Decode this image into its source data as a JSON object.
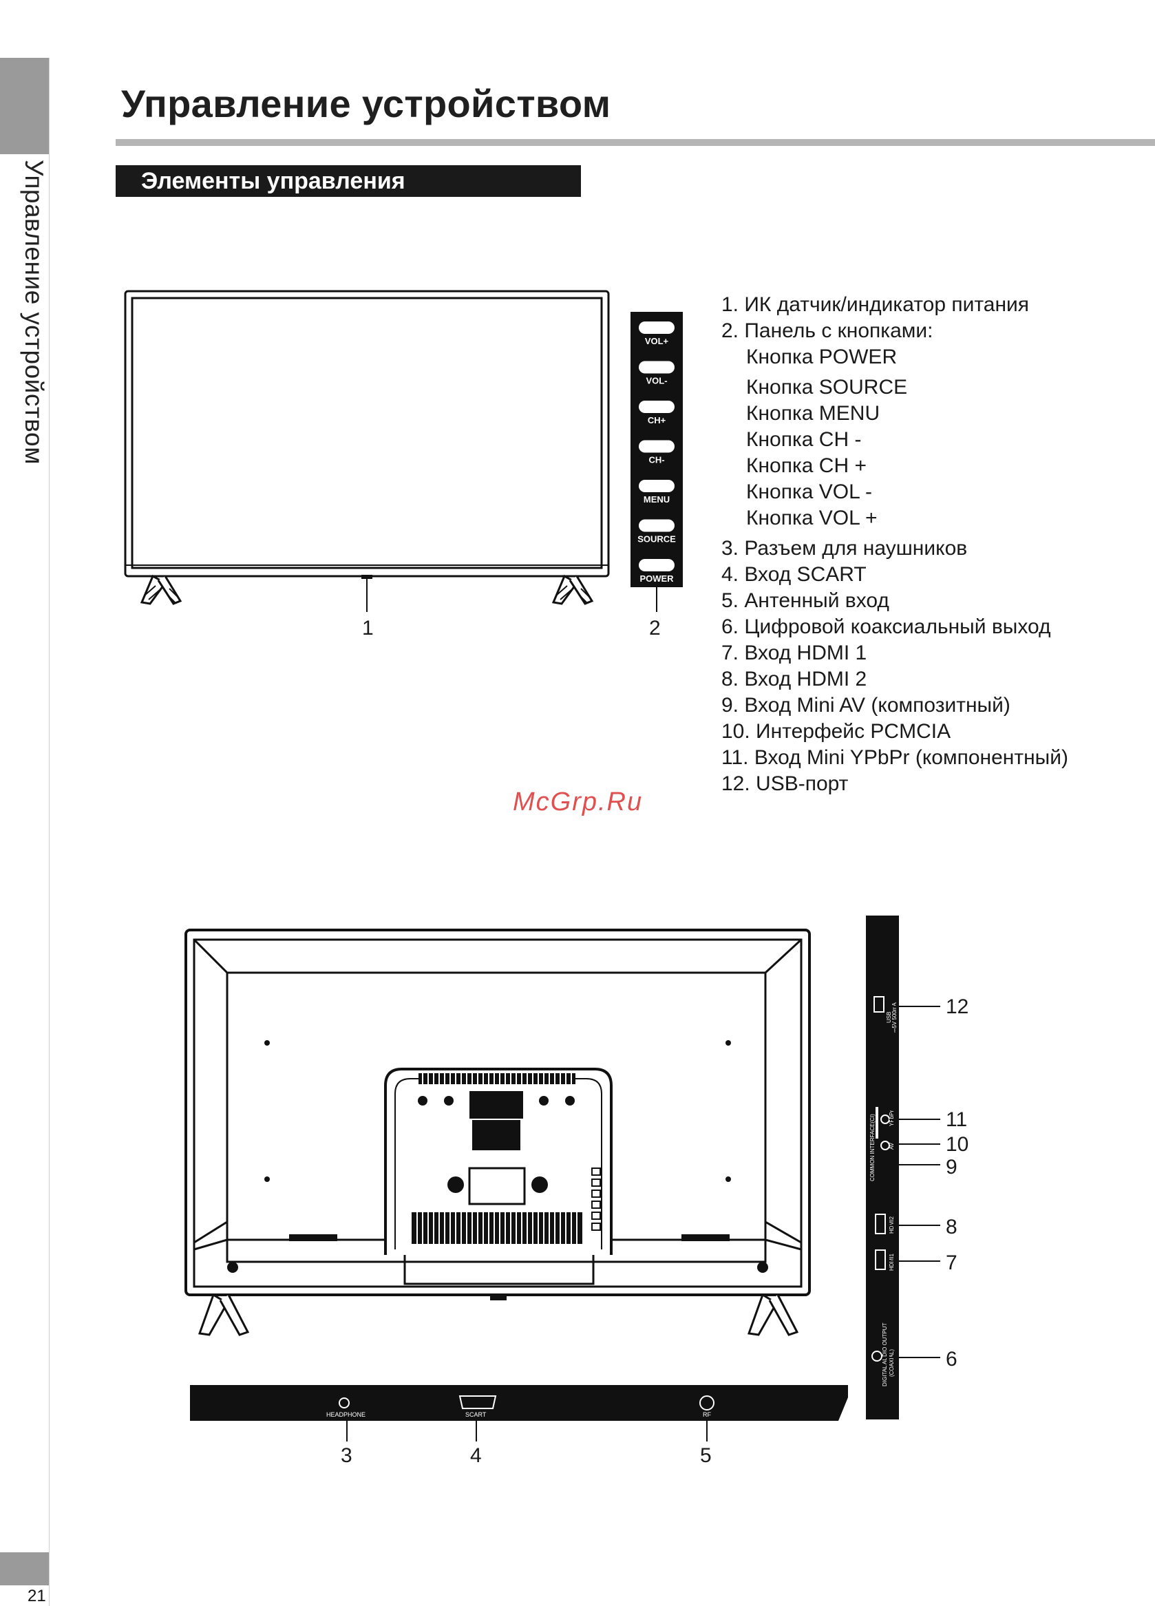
{
  "sidebar": {
    "title": "Управление устройством",
    "page_number": "21"
  },
  "header": {
    "title": "Управление устройством"
  },
  "section": {
    "title": "Элементы управления"
  },
  "front_panel": {
    "buttons": [
      "VOL+",
      "VOL-",
      "CH+",
      "CH-",
      "MENU",
      "SOURCE",
      "POWER"
    ],
    "callouts": [
      "1",
      "2"
    ]
  },
  "legend": {
    "items": [
      "1. ИК датчик/индикатор питания",
      "2. Панель с кнопками:"
    ],
    "sub_items": [
      "Кнопка POWER",
      "Кнопка SOURCE",
      "Кнопка MENU",
      "Кнопка CH -",
      "Кнопка CH +",
      "Кнопка VOL -",
      "Кнопка VOL +"
    ],
    "items_rest": [
      "3. Разъем для наушников",
      "4. Вход SCART",
      "5. Антенный вход",
      "6. Цифровой коаксиальный выход",
      "7. Вход HDMI 1",
      "8. Вход HDMI 2",
      "9. Вход Mini AV (композитный)",
      "10. Интерфейс PCMCIA",
      "11. Вход Mini YPbPr (компонентный)",
      "12. USB-порт"
    ]
  },
  "watermark": "McGrp.Ru",
  "bottom_panel": {
    "ports": [
      "HEADPHONE",
      "SCART",
      "RF"
    ],
    "callouts": [
      "3",
      "4",
      "5"
    ]
  },
  "side_panel": {
    "ports": [
      "USB",
      "⎓5V 500mA",
      "YPbPr",
      "COMMON INTERFACE(CI)",
      "AV",
      "HDMI2",
      "HDMI1",
      "DIGITAL AUDIO OUTPUT",
      "(COAXIAL)"
    ],
    "callouts": [
      "12",
      "11",
      "10",
      "9",
      "8",
      "7",
      "6"
    ]
  }
}
